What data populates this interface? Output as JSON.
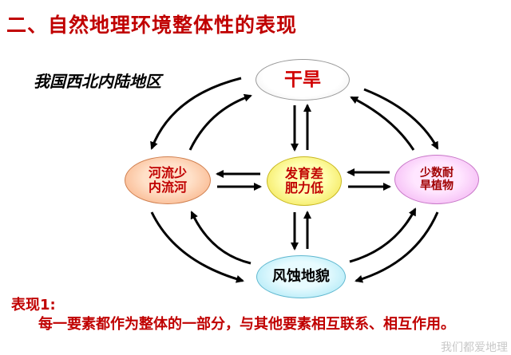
{
  "title": "二、自然地理环境整体性的表现",
  "region": "我国西北内陆地区",
  "nodes": {
    "top": "干旱",
    "left": [
      "河流少",
      "内流河"
    ],
    "center": [
      "发育差",
      "肥力低"
    ],
    "right": [
      "少数耐",
      "旱植物"
    ],
    "bottom": "风蚀地貌"
  },
  "subtitle": "表现1:",
  "description": "每一要素都作为整体的一部分，与其他要素相互联系、相互作用。",
  "watermark": "我们都爱地理",
  "colors": {
    "heading": "#c00000",
    "arrow": "#000000"
  }
}
